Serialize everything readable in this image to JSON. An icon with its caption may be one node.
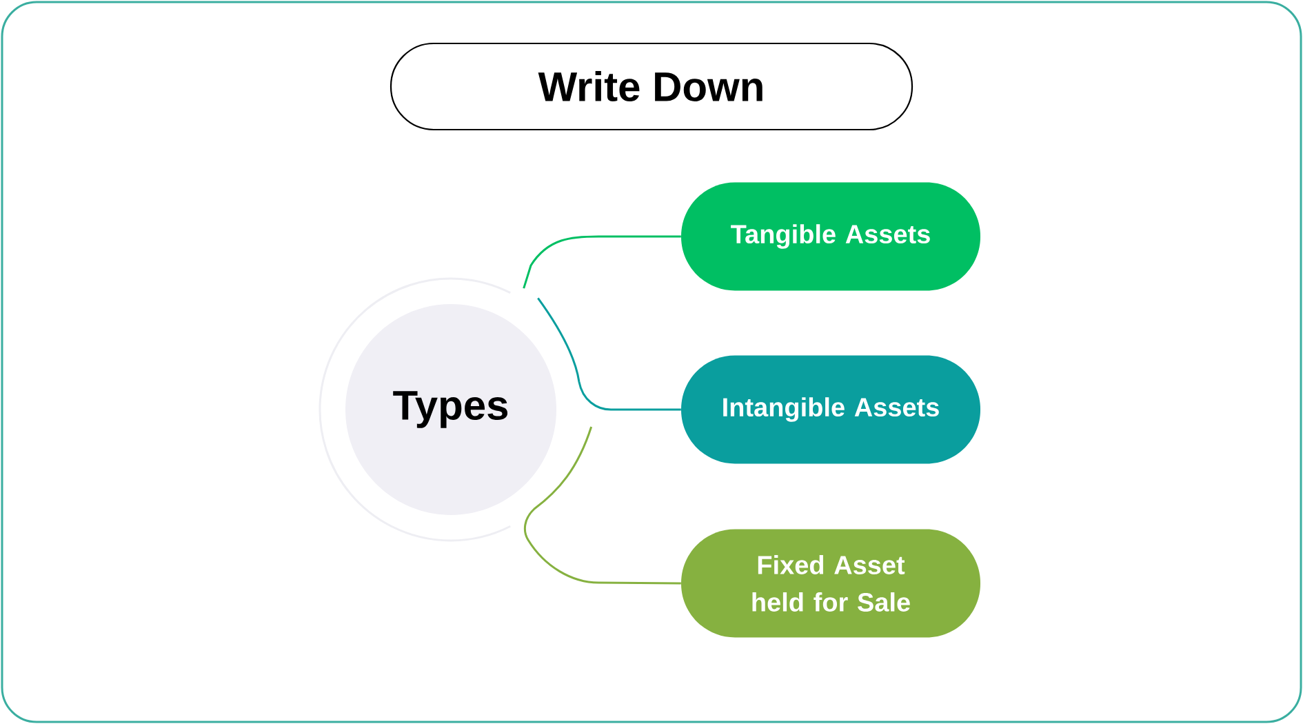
{
  "diagram": {
    "title": "Write Down",
    "nodes": [
      {
        "text": [
          "Types"
        ]
      },
      {
        "text": [
          "Tangible Assets"
        ]
      },
      {
        "text": [
          "Intangible Assets"
        ]
      },
      {
        "text": [
          "Fixed Asset held for Sale"
        ]
      }
    ],
    "edges": [
      {
        "from": 0,
        "to": 1,
        "arrow": "none",
        "color": "#00bf63"
      },
      {
        "from": 0,
        "to": 2,
        "arrow": "none",
        "color": "#0a9e9e"
      },
      {
        "from": 0,
        "to": 3,
        "arrow": "none",
        "color": "#86b140"
      }
    ]
  }
}
